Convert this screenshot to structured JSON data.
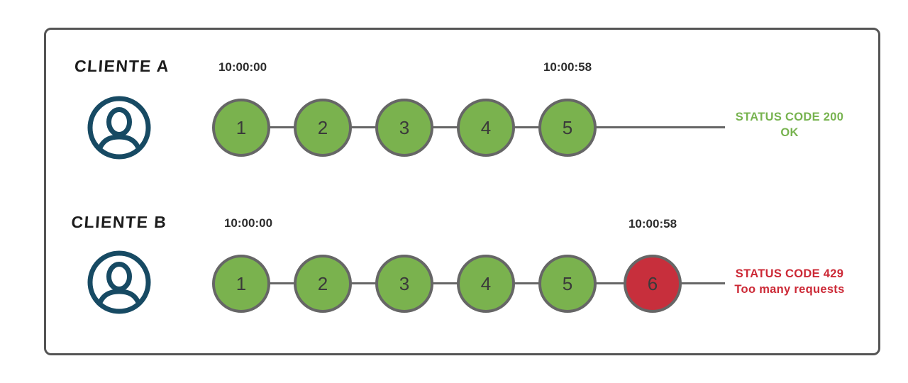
{
  "colors": {
    "success": "#7ab24e",
    "error": "#c72f3c",
    "success_text": "#77b34f",
    "error_text": "#cc2936",
    "icon": "#174a63",
    "stroke": "#666666",
    "frame": "#555555",
    "number": "#3a3a3a",
    "label": "#1c1c1c",
    "timestamp": "#2d2d2d"
  },
  "rows": [
    {
      "client": "CLIENTE A",
      "icon": "user-icon",
      "start_time": "10:00:00",
      "end_time": "10:00:58",
      "requests": [
        {
          "label": "1",
          "status": "success"
        },
        {
          "label": "2",
          "status": "success"
        },
        {
          "label": "3",
          "status": "success"
        },
        {
          "label": "4",
          "status": "success"
        },
        {
          "label": "5",
          "status": "success"
        }
      ],
      "status": {
        "line1": "STATUS CODE 200",
        "line2": "OK",
        "type": "success"
      }
    },
    {
      "client": "CLIENTE B",
      "icon": "user-icon",
      "start_time": "10:00:00",
      "end_time": "10:00:58",
      "requests": [
        {
          "label": "1",
          "status": "success"
        },
        {
          "label": "2",
          "status": "success"
        },
        {
          "label": "3",
          "status": "success"
        },
        {
          "label": "4",
          "status": "success"
        },
        {
          "label": "5",
          "status": "success"
        },
        {
          "label": "6",
          "status": "error"
        }
      ],
      "status": {
        "line1": "STATUS CODE 429",
        "line2": "Too many requests",
        "type": "error"
      }
    }
  ]
}
